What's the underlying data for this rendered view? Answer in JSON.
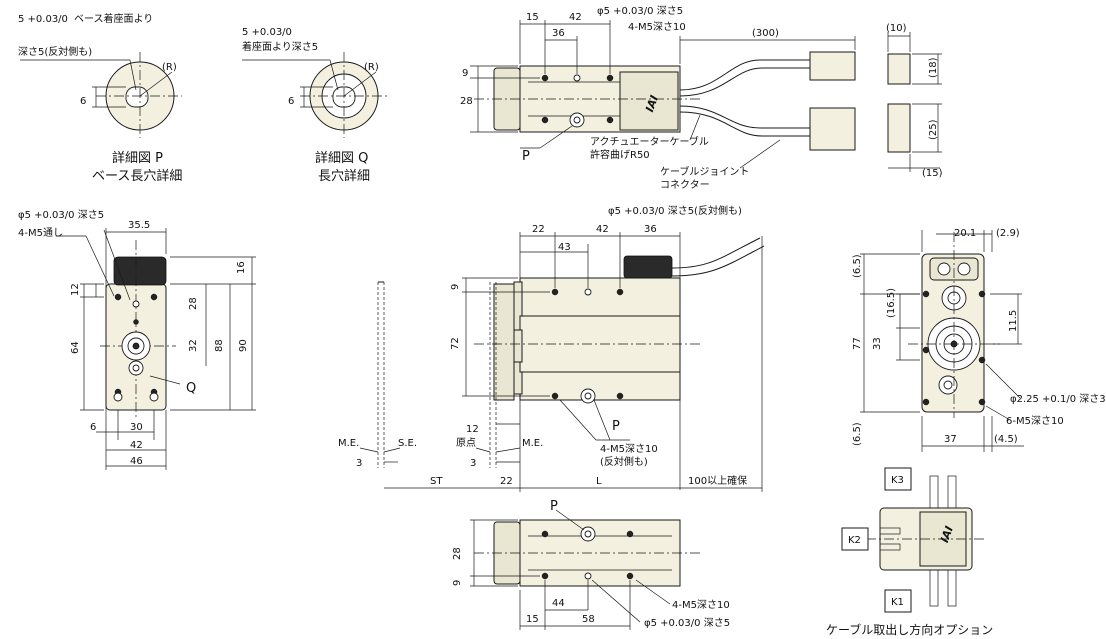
{
  "detail_p": {
    "tol": "5 +0.03/0",
    "tol_note": "ベース着座面より",
    "depth_note": "深さ5(反対側も)",
    "r_label": "(R)",
    "dim_6": "6",
    "title_1": "詳細図 P",
    "title_2": "ベース長穴詳細"
  },
  "detail_q": {
    "tol": "5 +0.03/0",
    "depth_note": "着座面より深さ5",
    "r_label": "(R)",
    "dim_6": "6",
    "title_1": "詳細図 Q",
    "title_2": "長穴詳細"
  },
  "top_view": {
    "d15": "15",
    "d42": "42",
    "d36": "36",
    "d300": "(300)",
    "phi_note": "φ5 +0.03/0 深さ5",
    "m5_note": "4-M5深さ10",
    "d9": "9",
    "d28": "28",
    "p_label": "P",
    "cable_1": "アクチュエーターケーブル",
    "cable_2": "許容曲げR50",
    "conn_1": "ケーブルジョイント",
    "conn_2": "コネクター",
    "logo": "IAI"
  },
  "connector": {
    "d10": "(10)",
    "d18": "(18)",
    "d25": "(25)",
    "d15": "(15)"
  },
  "left_view": {
    "phi_note": "φ5 +0.03/0 深さ5",
    "m5_thru": "4-M5通し",
    "d35_5": "35.5",
    "d16": "16",
    "d12": "12",
    "d28": "28",
    "d64": "64",
    "d32": "32",
    "d88": "88",
    "d90": "90",
    "q_label": "Q",
    "d6": "6",
    "d30": "30",
    "d42": "42",
    "d46": "46"
  },
  "front_view": {
    "d22": "22",
    "d42": "42",
    "d36": "36",
    "d43": "43",
    "phi_note": "φ5 +0.03/0 深さ5(反対側も)",
    "d9": "9",
    "d72": "72",
    "p_label": "P",
    "m5_note_1": "4-M5深さ10",
    "m5_note_2": "(反対側も)",
    "d12": "12",
    "d3a": "3",
    "d3b": "3",
    "me_1": "M.E.",
    "se": "S.E.",
    "origin": "原点",
    "me_2": "M.E.",
    "st": "ST",
    "d22b": "22",
    "l": "L",
    "secure": "100以上確保"
  },
  "bottom_view": {
    "p_label": "P",
    "d28": "28",
    "d9": "9",
    "d44": "44",
    "d15": "15",
    "d58": "58",
    "m5_note": "4-M5深さ10",
    "phi_note": "φ5 +0.03/0 深さ5"
  },
  "right_view": {
    "d20_1": "20.1",
    "d2_9": "(2.9)",
    "d6_5a": "(6.5)",
    "d16_5": "(16.5)",
    "d77": "77",
    "d33": "33",
    "d11_5": "11.5",
    "d6_5b": "(6.5)",
    "d37": "37",
    "d4_5": "(4.5)",
    "phi_note": "φ2.25 +0.1/0 深さ3",
    "m5_note": "6-M5深さ10"
  },
  "cable_options": {
    "k1": "K1",
    "k2": "K2",
    "k3": "K3",
    "title": "ケーブル取出し方向オプション"
  }
}
